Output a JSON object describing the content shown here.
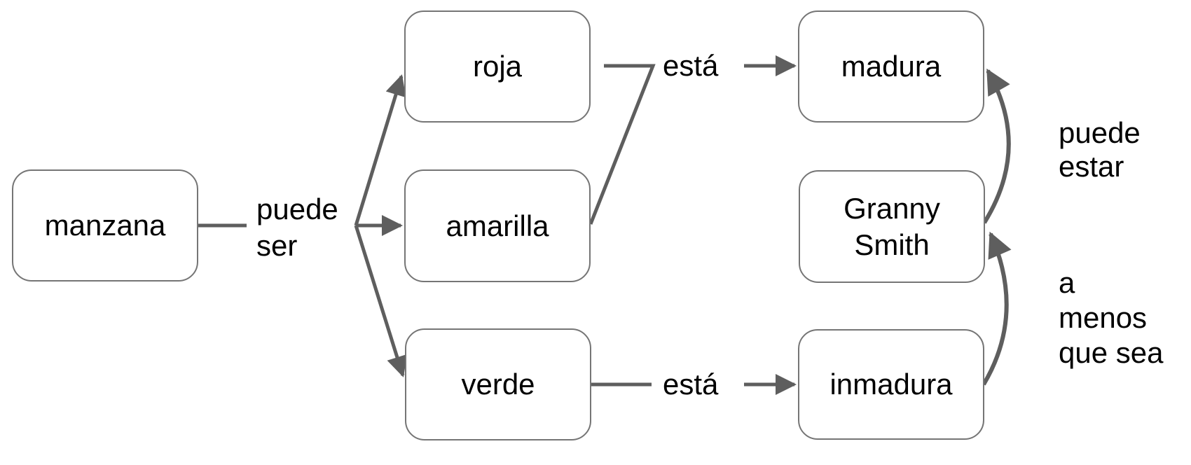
{
  "diagram_type": "concept-map",
  "language": "es",
  "nodes": {
    "manzana": {
      "label": "manzana"
    },
    "roja": {
      "label": "roja"
    },
    "amarilla": {
      "label": "amarilla"
    },
    "verde": {
      "label": "verde"
    },
    "madura": {
      "label": "madura"
    },
    "granny_smith": {
      "line1": "Granny",
      "line2": "Smith"
    },
    "inmadura": {
      "label": "inmadura"
    }
  },
  "edges": {
    "puede_ser": {
      "line1": "puede",
      "line2": "ser",
      "from": "manzana",
      "to": [
        "roja",
        "amarilla",
        "verde"
      ]
    },
    "esta_top": {
      "label": "está",
      "from": [
        "roja",
        "amarilla"
      ],
      "to": "madura"
    },
    "esta_bottom": {
      "label": "está",
      "from": "verde",
      "to": "inmadura"
    },
    "puede_estar": {
      "line1": "puede",
      "line2": "estar",
      "from": "granny_smith",
      "to": "madura"
    },
    "a_menos_que_sea": {
      "line1": "a",
      "line2": "menos",
      "line3": "que sea",
      "from": "inmadura",
      "to": "granny_smith"
    }
  },
  "colors": {
    "connector": "#5e5e5e",
    "node_border": "#757575",
    "text": "#000000",
    "background": "#ffffff"
  }
}
